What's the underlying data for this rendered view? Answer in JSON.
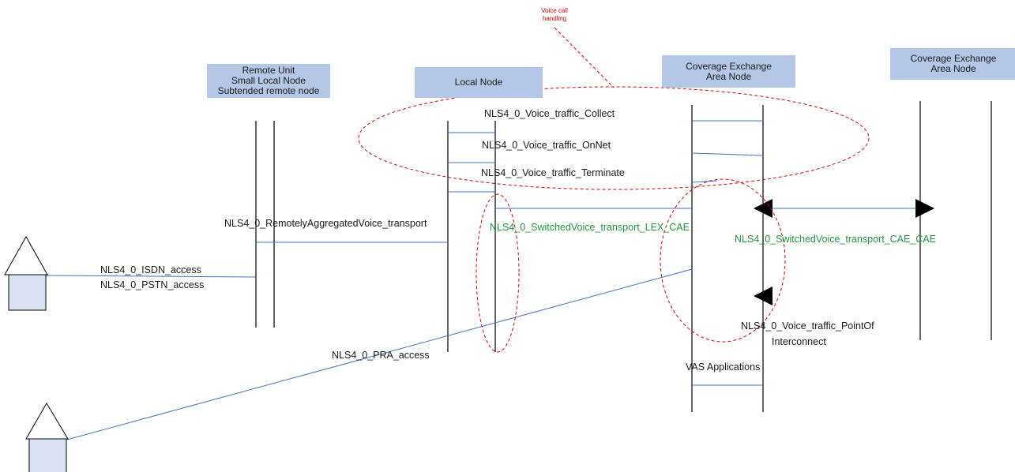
{
  "nodes": {
    "remote_unit": "Remote Unit\nSmall Local Node\nSubtended remote node",
    "local_node": "Local Node",
    "cea_node_1": "Coverage Exchange\nArea Node",
    "cea_node_2": "Coverage Exchange\nArea Node"
  },
  "annotation": {
    "voice_call_handling": "Voice call\nhandling"
  },
  "flows": {
    "voice_collect": "NLS4_0_Voice_traffic_Collect",
    "voice_onnet": "NLS4_0_Voice_traffic_OnNet",
    "voice_terminate": "NLS4_0_Voice_traffic_Terminate",
    "remotely_aggregated": "NLS4_0_RemotelyAggregatedVoice_transport",
    "switched_lex_cae": "NLS4_0_SwitchedVoice_transport_LEX_CAE",
    "switched_cae_cae": "NLS4_0_SwitchedVoice_transport_CAE_CAE",
    "isdn_access": "NLS4_0_ISDN_access",
    "pstn_access": "NLS4_0_PSTN_access",
    "pra_access": "NLS4_0_PRA_access",
    "point_of_interconnect_1": "NLS4_0_Voice_traffic_PointOf",
    "point_of_interconnect_2": "Interconnect",
    "vas_applications": "VAS Applications"
  },
  "colors": {
    "node_fill": "#b4c7e7",
    "flow_line": "#4472c4",
    "highlight": "#e00000",
    "green_label": "#1e9a3e"
  }
}
